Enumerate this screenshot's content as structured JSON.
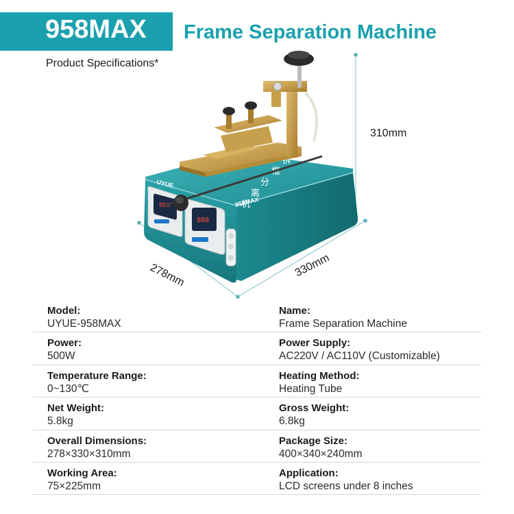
{
  "header": {
    "model": "958MAX",
    "name": "Frame Separation Machine",
    "subtitle": "Product Specifications*"
  },
  "dimensions": {
    "height": "310mm",
    "depth": "278mm",
    "width": "330mm"
  },
  "device": {
    "brand_mark": "UYUE",
    "model_mark": "958MAX",
    "chinese_text": [
      "拆",
      "框",
      "分",
      "离",
      "机"
    ]
  },
  "specs": [
    {
      "left": {
        "label": "Model:",
        "value": "UYUE-958MAX"
      },
      "right": {
        "label": "Name:",
        "value": "Frame Separation Machine"
      }
    },
    {
      "left": {
        "label": "Power:",
        "value": "500W"
      },
      "right": {
        "label": "Power Supply:",
        "value": "AC220V / AC110V (Customizable)"
      }
    },
    {
      "left": {
        "label": "Temperature Range:",
        "value": "0~130℃"
      },
      "right": {
        "label": "Heating Method:",
        "value": "Heating Tube"
      }
    },
    {
      "left": {
        "label": "Net Weight:",
        "value": "5.8kg"
      },
      "right": {
        "label": "Gross Weight:",
        "value": "6.8kg"
      }
    },
    {
      "left": {
        "label": "Overall Dimensions:",
        "value": "278×330×310mm"
      },
      "right": {
        "label": "Package Size:",
        "value": "400×340×240mm"
      }
    },
    {
      "left": {
        "label": "Working Area:",
        "value": "75×225mm"
      },
      "right": {
        "label": "Application:",
        "value": "LCD screens under 8 inches"
      }
    }
  ],
  "colors": {
    "accent": "#1aa0ae",
    "device_body": "#1f8f94",
    "brass": "#c9a04a"
  }
}
